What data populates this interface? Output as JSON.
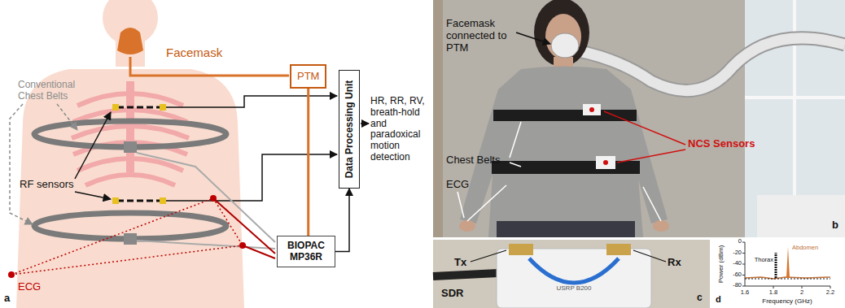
{
  "diagram": {
    "nodes": [
      {
        "text": [
          "PTM"
        ]
      },
      {
        "text": [
          "Data Processing Unit"
        ]
      },
      {
        "text": [
          "BIOPAC MP36R"
        ]
      }
    ],
    "edges": [
      {
        "from": 0,
        "to": 2,
        "arrow": "none"
      },
      {
        "from": 2,
        "to": 1,
        "arrow": "to"
      }
    ],
    "labels": [
      "Facemask",
      "Conventional Chest Belts",
      "RF sensors",
      "HR, RR, RV, breath-hold and paradoxical motion detection",
      "ECG",
      "a",
      "Facemask connected to PTM",
      "NCS Sensors",
      "Chest Belts",
      "ECG",
      "b",
      "Tx",
      "Rx",
      "USRP B200",
      "SDR",
      "c",
      "Power (dBm)",
      "0",
      "-20",
      "-40",
      "-60",
      "-80",
      "Abdomen",
      "Thorax",
      "1.6",
      "1.8",
      "2",
      "2.2",
      "Frequency (GHz)",
      "d"
    ]
  }
}
